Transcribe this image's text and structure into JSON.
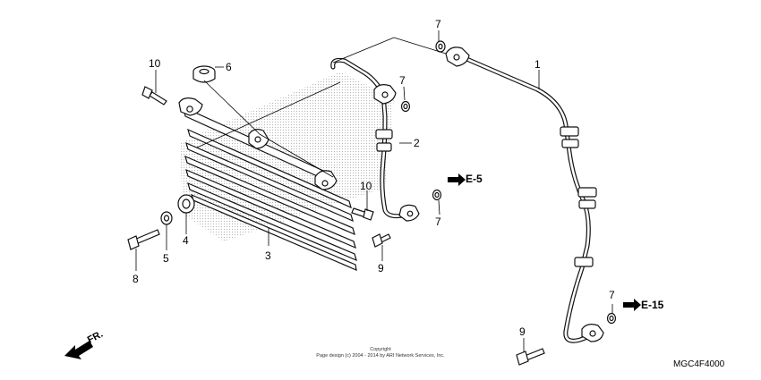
{
  "diagram": {
    "callouts": [
      {
        "id": "c1",
        "label": "1"
      },
      {
        "id": "c2",
        "label": "2"
      },
      {
        "id": "c3",
        "label": "3"
      },
      {
        "id": "c4",
        "label": "4"
      },
      {
        "id": "c5",
        "label": "5"
      },
      {
        "id": "c6",
        "label": "6"
      },
      {
        "id": "c7a",
        "label": "7"
      },
      {
        "id": "c7b",
        "label": "7"
      },
      {
        "id": "c7c",
        "label": "7"
      },
      {
        "id": "c7d",
        "label": "7"
      },
      {
        "id": "c8",
        "label": "8"
      },
      {
        "id": "c9a",
        "label": "9"
      },
      {
        "id": "c9b",
        "label": "9"
      },
      {
        "id": "c10a",
        "label": "10"
      },
      {
        "id": "c10b",
        "label": "10"
      }
    ],
    "refs": {
      "e5": "E-5",
      "e15": "E-15"
    },
    "direction": "FR.",
    "copyright_line1": "Copyright",
    "copyright_line2": "Page design (c) 2004 - 2014 by ARI Network Services, Inc.",
    "diagram_code": "MGC4F4000"
  }
}
